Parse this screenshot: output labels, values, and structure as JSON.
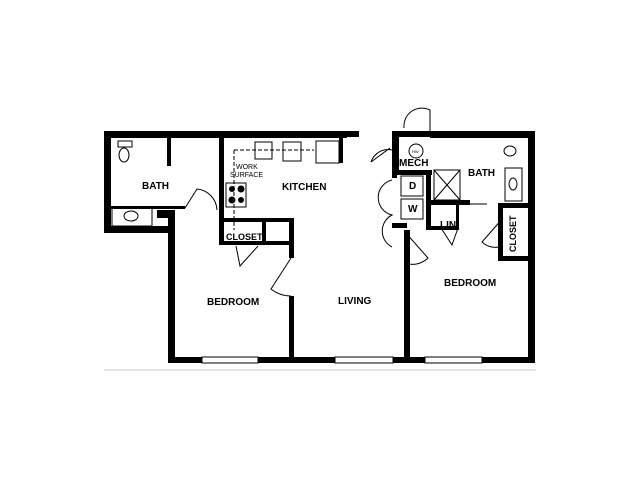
{
  "rooms": {
    "bath_left": "BATH",
    "kitchen": "KITCHEN",
    "work_surface_1": "WORK",
    "work_surface_2": "SURFACE",
    "closet_left": "CLOSET",
    "bedroom_left": "BEDROOM",
    "living": "LIVING",
    "mech": "MECH",
    "bath_right": "BATH",
    "dryer": "D",
    "washer": "W",
    "linen": "LIN",
    "closet_right": "CLOSET",
    "bedroom_right": "BEDROOM",
    "water_heater": "HW"
  },
  "colors": {
    "wall": "#000000",
    "background": "#ffffff"
  }
}
